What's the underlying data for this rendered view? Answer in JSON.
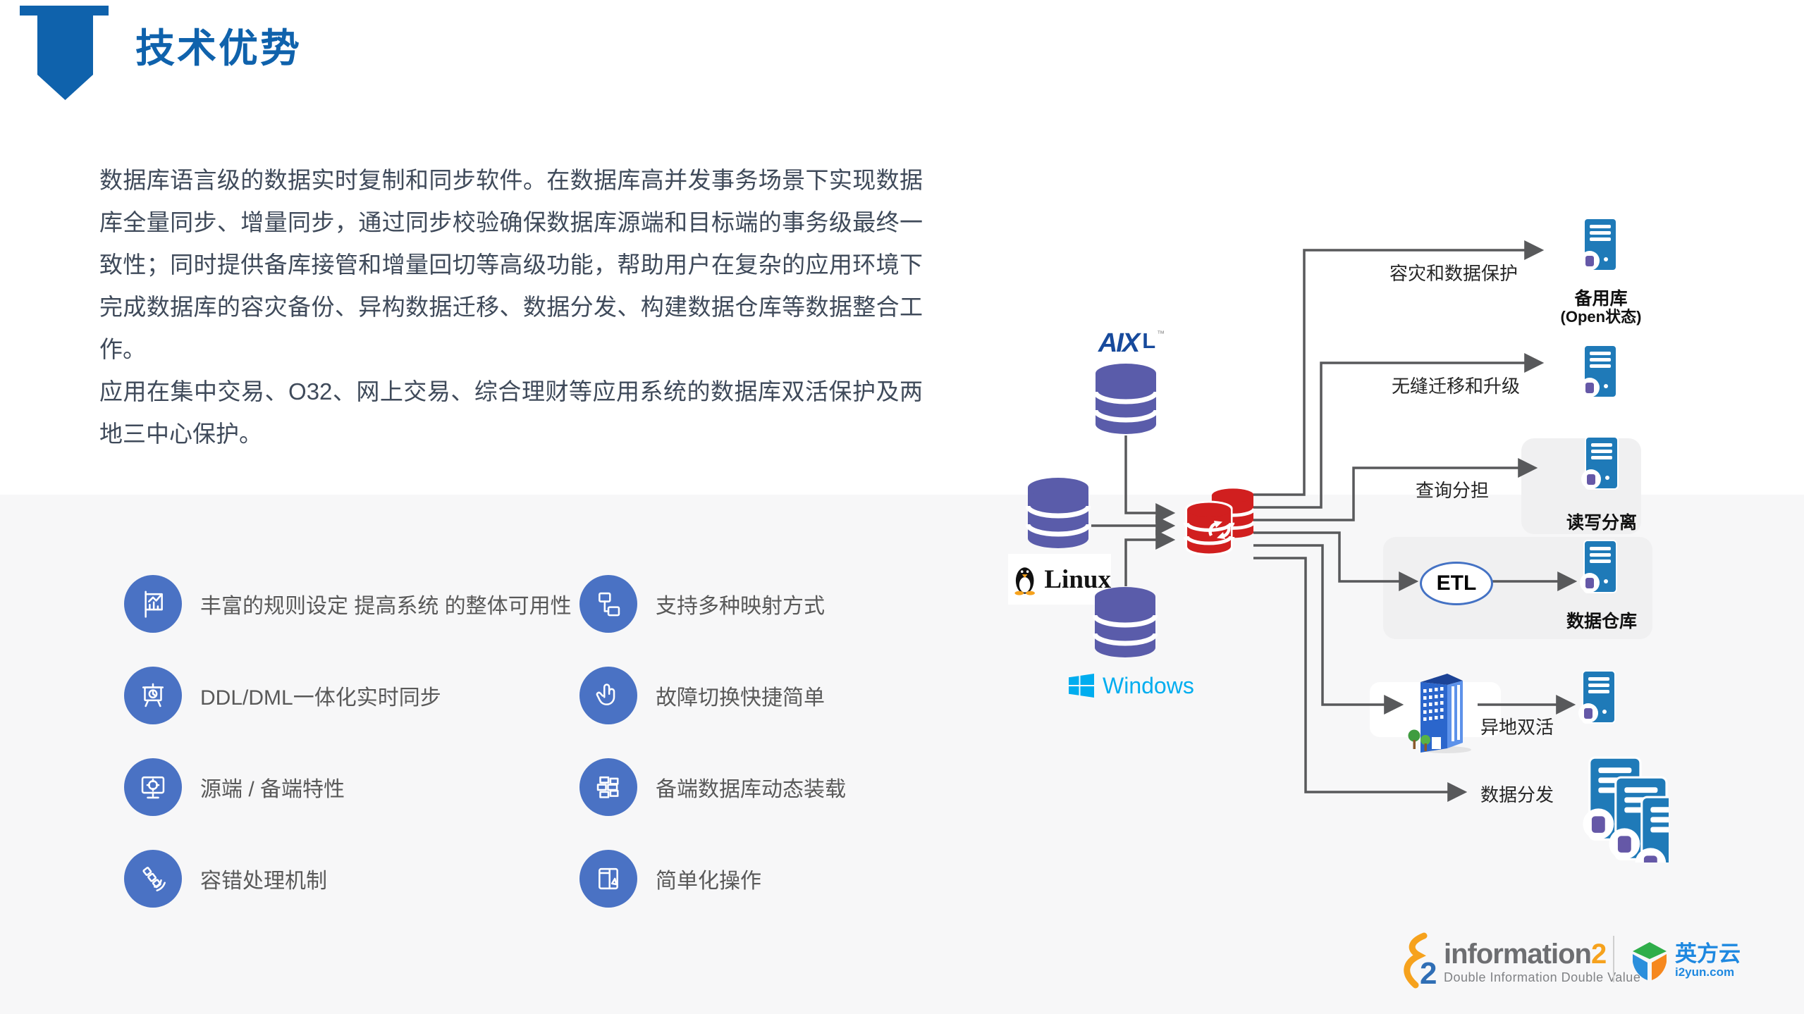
{
  "header": {
    "title": "技术优势"
  },
  "intro": {
    "p1": "数据库语言级的数据实时复制和同步软件。在数据库高并发事务场景下实现数据库全量同步、增量同步，通过同步校验确保数据库源端和目标端的事务级最终一致性；同时提供备库接管和增量回切等高级功能，帮助用户在复杂的应用环境下完成数据库的容灾备份、异构数据迁移、数据分发、构建数据仓库等数据整合工作。",
    "p2": "应用在集中交易、O32、网上交易、综合理财等应用系统的数据库双活保护及两地三中心保护。"
  },
  "features": {
    "left": [
      {
        "icon": "chart-board-icon",
        "label": "丰富的规则设定 提高系统 的整体可用性"
      },
      {
        "icon": "presentation-clock-icon",
        "label": "DDL/DML一体化实时同步"
      },
      {
        "icon": "monitor-target-icon",
        "label": "源端 / 备端特性"
      },
      {
        "icon": "satellite-icon",
        "label": "容错处理机制"
      }
    ],
    "right": [
      {
        "icon": "mapping-nodes-icon",
        "label": "支持多种映射方式"
      },
      {
        "icon": "hand-click-icon",
        "label": "故障切换快捷简单"
      },
      {
        "icon": "bricks-icon",
        "label": "备端数据库动态装载"
      },
      {
        "icon": "window-operation-icon",
        "label": "简单化操作"
      }
    ]
  },
  "diagram": {
    "sources": {
      "aix": {
        "text": "AIX",
        "l": "L",
        "tm": "™"
      },
      "linux": {
        "label": "Linux"
      },
      "windows": {
        "label": "Windows"
      }
    },
    "flows": [
      {
        "label": "容灾和数据保护",
        "target": "备用库",
        "target_sub": "(Open状态)"
      },
      {
        "label": "无缝迁移和升级"
      },
      {
        "label": "查询分担",
        "target": "读写分离"
      },
      {
        "label": "ETL",
        "target": "数据仓库"
      },
      {
        "label": "异地双活"
      },
      {
        "label": "数据分发"
      }
    ]
  },
  "footer": {
    "information2": {
      "name": "information",
      "suffix": "2",
      "tagline": "Double Information Double Value"
    },
    "i2yun": {
      "name": "英方云",
      "domain": "i2yun.com"
    }
  },
  "colors": {
    "accent_blue": "#0f62ac",
    "feature_circle_blue": "#4a72c4",
    "db_purple": "#5a5caa",
    "db_red": "#d11f1f",
    "server_blue": "#1f7ab8",
    "windows_blue": "#00adef",
    "line_gray": "#58595b",
    "i2yun_blue": "#1e88e0",
    "info2_orange": "#f6a21d",
    "info2_gray": "#6d6e71",
    "lower_background": "#f7f7f8"
  }
}
